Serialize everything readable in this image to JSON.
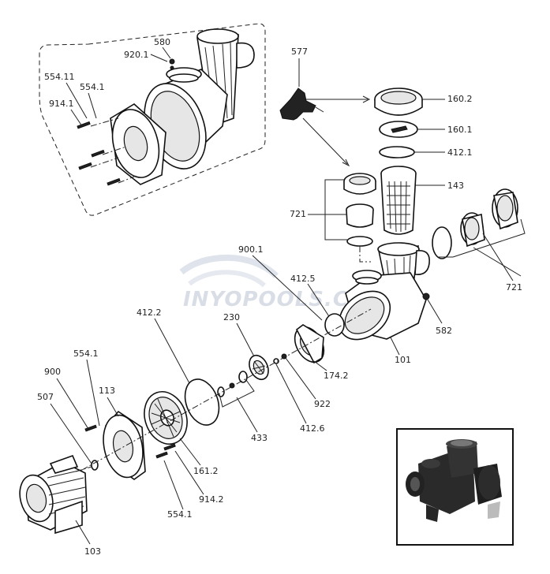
{
  "watermark": "INYOPOOLS.COM",
  "part_labels": {
    "p580": "580",
    "p920_1": "920.1",
    "p554_11": "554.11",
    "p554_1_top": "554.1",
    "p914_1": "914.1",
    "p577": "577",
    "p160_2": "160.2",
    "p160_1": "160.1",
    "p412_1": "412.1",
    "p143": "143",
    "p721_left": "721",
    "p721_right": "721",
    "p900_1": "900.1",
    "p412_5": "412.5",
    "p582": "582",
    "p101": "101",
    "p174_2": "174.2",
    "p922": "922",
    "p412_6": "412.6",
    "p433": "433",
    "p230": "230",
    "p412_2": "412.2",
    "p554_1_mid": "554.1",
    "p900": "900",
    "p113": "113",
    "p507": "507",
    "p161_2": "161.2",
    "p914_2": "914.2",
    "p554_1_bot": "554.1",
    "p103": "103"
  }
}
